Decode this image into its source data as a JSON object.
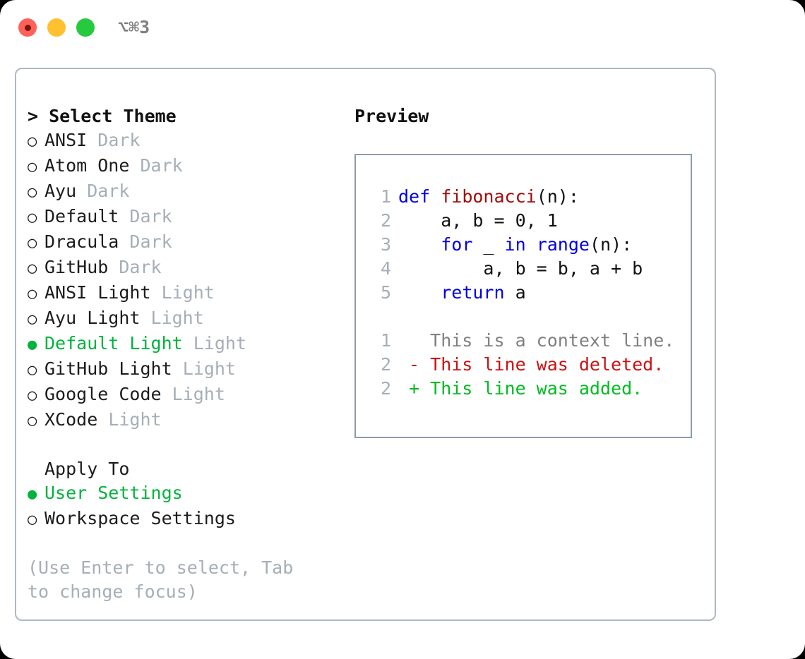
{
  "titlebar": {
    "shortcut": "⌥⌘3",
    "buttons": [
      {
        "name": "close",
        "color": "#ff6159"
      },
      {
        "name": "minimize",
        "color": "#ffc130"
      },
      {
        "name": "maximize",
        "color": "#27c93f"
      }
    ]
  },
  "theme_panel": {
    "header": "> Select Theme",
    "items": [
      {
        "marker": "○",
        "label": "ANSI",
        "suffix": "Dark",
        "selected": false
      },
      {
        "marker": "○",
        "label": "Atom One",
        "suffix": "Dark",
        "selected": false
      },
      {
        "marker": "○",
        "label": "Ayu",
        "suffix": "Dark",
        "selected": false
      },
      {
        "marker": "○",
        "label": "Default",
        "suffix": "Dark",
        "selected": false
      },
      {
        "marker": "○",
        "label": "Dracula",
        "suffix": "Dark",
        "selected": false
      },
      {
        "marker": "○",
        "label": "GitHub",
        "suffix": "Dark",
        "selected": false
      },
      {
        "marker": "○",
        "label": "ANSI Light",
        "suffix": "Light",
        "selected": false
      },
      {
        "marker": "○",
        "label": "Ayu Light",
        "suffix": "Light",
        "selected": false
      },
      {
        "marker": "●",
        "label": "Default Light",
        "suffix": "Light",
        "selected": true
      },
      {
        "marker": "○",
        "label": "GitHub Light",
        "suffix": "Light",
        "selected": false
      },
      {
        "marker": "○",
        "label": "Google Code",
        "suffix": "Light",
        "selected": false
      },
      {
        "marker": "○",
        "label": "XCode",
        "suffix": "Light",
        "selected": false
      }
    ]
  },
  "apply_to": {
    "title": "Apply To",
    "items": [
      {
        "marker": "●",
        "label": "User Settings",
        "selected": true
      },
      {
        "marker": "○",
        "label": "Workspace Settings",
        "selected": false
      }
    ]
  },
  "hint": "(Use Enter to select, Tab to change focus)",
  "preview": {
    "header": "Preview",
    "code_lines": [
      {
        "no": "1",
        "tokens": [
          {
            "t": "def ",
            "c": "kw"
          },
          {
            "t": "fibonacci",
            "c": "fn"
          },
          {
            "t": "(n):",
            "c": "pl"
          }
        ]
      },
      {
        "no": "2",
        "tokens": [
          {
            "t": "    a, b = 0, 1",
            "c": "pl"
          }
        ]
      },
      {
        "no": "3",
        "tokens": [
          {
            "t": "    ",
            "c": "pl"
          },
          {
            "t": "for",
            "c": "kw"
          },
          {
            "t": " _ ",
            "c": "pl"
          },
          {
            "t": "in",
            "c": "kw"
          },
          {
            "t": " ",
            "c": "pl"
          },
          {
            "t": "range",
            "c": "kw"
          },
          {
            "t": "(n):",
            "c": "pl"
          }
        ]
      },
      {
        "no": "4",
        "tokens": [
          {
            "t": "        a, b = b, a + b",
            "c": "pl"
          }
        ]
      },
      {
        "no": "5",
        "tokens": [
          {
            "t": "    ",
            "c": "pl"
          },
          {
            "t": "return",
            "c": "kw"
          },
          {
            "t": " a",
            "c": "pl"
          }
        ]
      }
    ],
    "diff_lines": [
      {
        "no": "1",
        "tokens": [
          {
            "t": "   This is a context line.",
            "c": "ctx"
          }
        ]
      },
      {
        "no": "2",
        "tokens": [
          {
            "t": " - This line was deleted.",
            "c": "del"
          }
        ]
      },
      {
        "no": "2",
        "tokens": [
          {
            "t": " + This line was added.",
            "c": "add"
          }
        ]
      }
    ]
  }
}
